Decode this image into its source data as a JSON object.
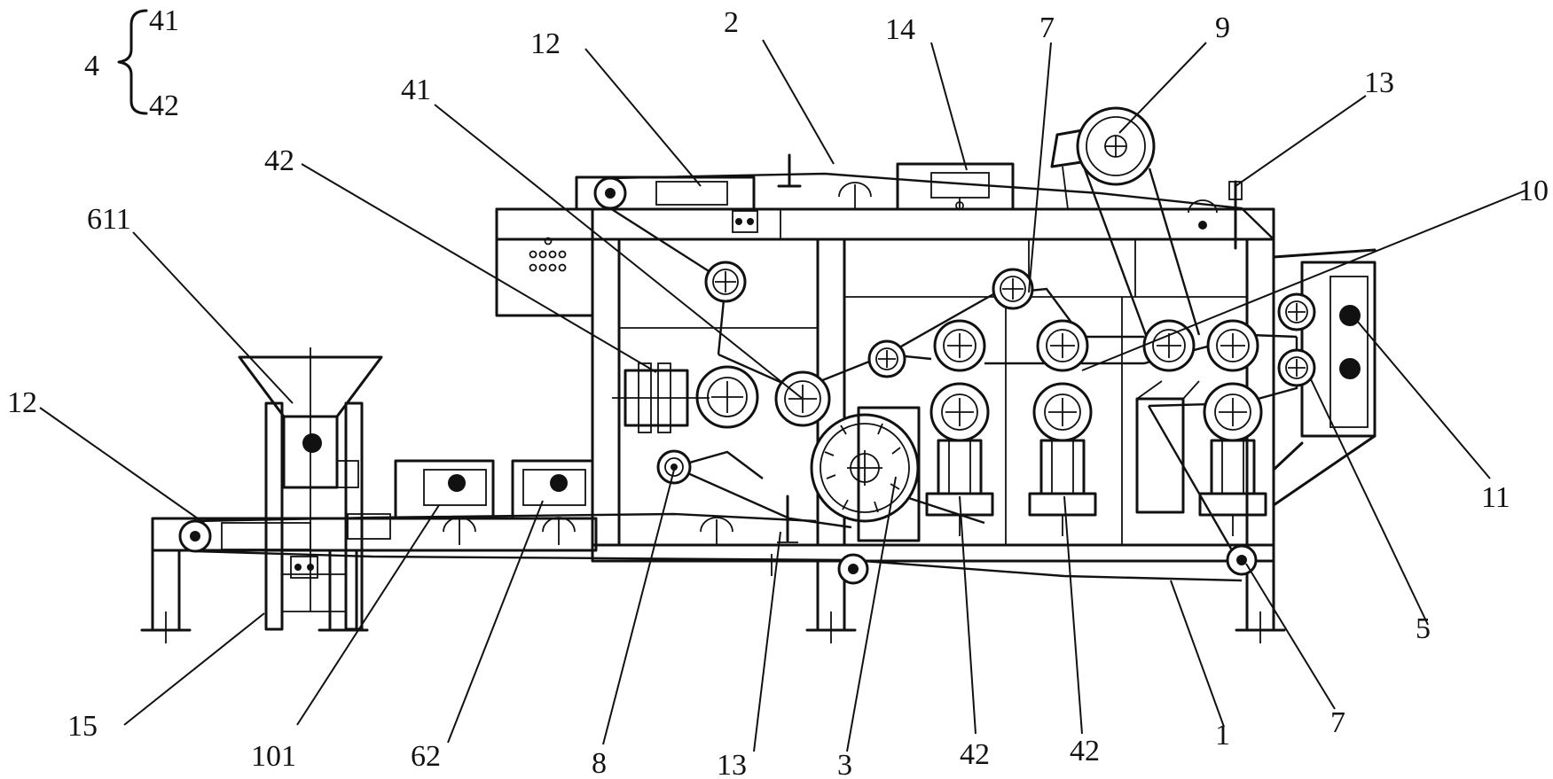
{
  "legend": {
    "group": "4",
    "items": [
      "41",
      "42"
    ]
  },
  "labels": {
    "l_2": "2",
    "l_14": "14",
    "l_7_top": "7",
    "l_9": "9",
    "l_13_top": "13",
    "l_12_top": "12",
    "l_41": "41",
    "l_42_left": "42",
    "l_611": "611",
    "l_10": "10",
    "l_12_left": "12",
    "l_11": "11",
    "l_5": "5",
    "l_15": "15",
    "l_101": "101",
    "l_62": "62",
    "l_8": "8",
    "l_13_bottom": "13",
    "l_3": "3",
    "l_42_a": "42",
    "l_42_b": "42",
    "l_1": "1",
    "l_7_bottom": "7"
  }
}
